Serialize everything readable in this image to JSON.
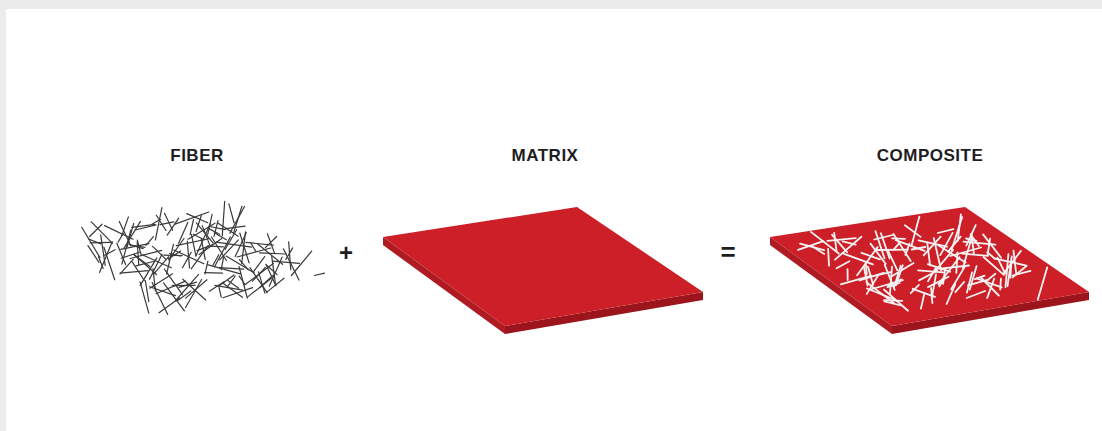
{
  "diagram": {
    "labels": [
      "FIBER",
      "+",
      "MATRIX",
      "=",
      "COMPOSITE"
    ]
  }
}
